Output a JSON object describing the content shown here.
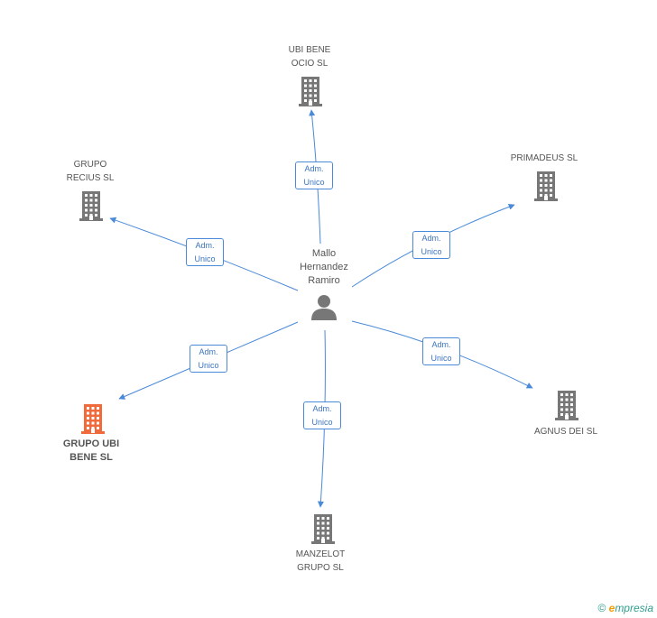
{
  "person": {
    "label": "Mallo\nHernandez\nRamiro",
    "icon": "person-icon"
  },
  "companies": [
    {
      "id": "ubi-bene-ocio",
      "label": "UBI BENE\nOCIO SL",
      "icon": "building-icon",
      "highlighted": false
    },
    {
      "id": "primadeus",
      "label": "PRIMADEUS SL",
      "icon": "building-icon",
      "highlighted": false
    },
    {
      "id": "agnus-dei",
      "label": "AGNUS DEI  SL",
      "icon": "building-icon",
      "highlighted": false
    },
    {
      "id": "manzelot-grupo",
      "label": "MANZELOT\nGRUPO SL",
      "icon": "building-icon",
      "highlighted": false
    },
    {
      "id": "grupo-ubi-bene",
      "label": "GRUPO UBI\nBENE SL",
      "icon": "building-icon",
      "highlighted": true
    },
    {
      "id": "grupo-recius",
      "label": "GRUPO\nRECIUS SL",
      "icon": "building-icon",
      "highlighted": false
    }
  ],
  "relations": [
    {
      "to": "ubi-bene-ocio",
      "line1": "Adm.",
      "line2": "Unico"
    },
    {
      "to": "primadeus",
      "line1": "Adm.",
      "line2": "Unico"
    },
    {
      "to": "agnus-dei",
      "line1": "Adm.",
      "line2": "Unico"
    },
    {
      "to": "manzelot-grupo",
      "line1": "Adm.",
      "line2": "Unico"
    },
    {
      "to": "grupo-ubi-bene",
      "line1": "Adm.",
      "line2": "Unico"
    },
    {
      "to": "grupo-recius",
      "line1": "Adm.",
      "line2": "Unico"
    }
  ],
  "colors": {
    "edge": "#4a8ad8",
    "building": "#777777",
    "highlight": "#f06a3c",
    "text": "#555555"
  },
  "brand": {
    "copyright": "©",
    "name_initial": "e",
    "name_rest": "mpresia"
  }
}
